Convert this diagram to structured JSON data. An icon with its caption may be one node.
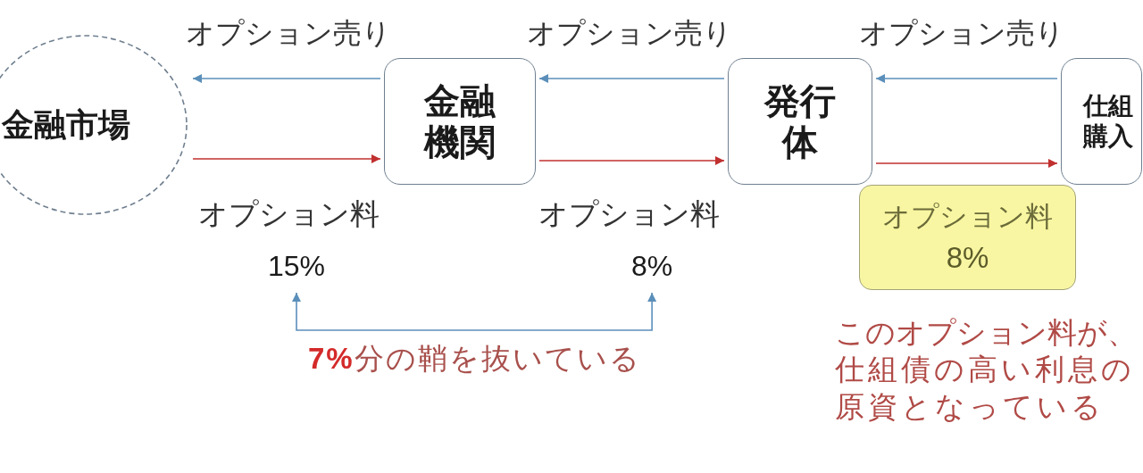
{
  "diagram": {
    "nodes": [
      {
        "text": [
          "金融市場"
        ]
      },
      {
        "text": [
          "金融機関"
        ]
      },
      {
        "text": [
          "発行体"
        ]
      },
      {
        "text": [
          "仕組購入"
        ]
      },
      {
        "text": [
          "オプション料",
          "8%"
        ]
      },
      {
        "text": [
          "15%"
        ]
      },
      {
        "text": [
          "8%"
        ]
      }
    ],
    "edges": [
      {
        "from": 1,
        "to": 0,
        "arrow": "to",
        "label": "オプション売り"
      },
      {
        "from": 0,
        "to": 1,
        "arrow": "to",
        "label": "オプション料",
        "color": "#c0302f"
      },
      {
        "from": 2,
        "to": 1,
        "arrow": "to",
        "label": "オプション売り"
      },
      {
        "from": 1,
        "to": 2,
        "arrow": "to",
        "label": "オプション料",
        "color": "#c0302f"
      },
      {
        "from": 3,
        "to": 2,
        "arrow": "to",
        "label": "オプション売り"
      },
      {
        "from": 2,
        "to": 3,
        "arrow": "to",
        "color": "#c0302f"
      },
      {
        "from": 5,
        "to": 6,
        "arrow": "both",
        "label": "**7%**分の鞘を抜いている"
      }
    ],
    "labels": [
      "このオプション料が、仕組債の高い利息の原資となっている"
    ]
  }
}
